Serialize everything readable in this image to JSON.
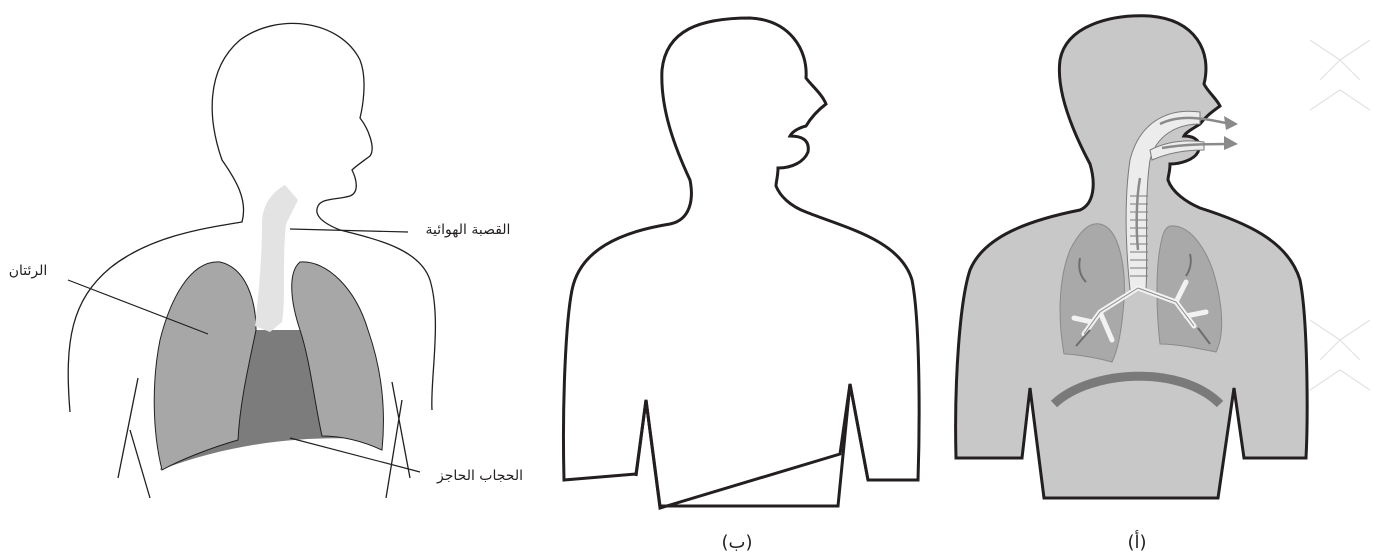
{
  "figure_left": {
    "labels": {
      "trachea": "القصبة الهوائية",
      "lungs": "الرئتان",
      "diaphragm": "الحجاب الحاجز"
    }
  },
  "figure_middle": {
    "caption": "(ب)"
  },
  "figure_right": {
    "caption": "(أ)"
  },
  "colors": {
    "lung_fill": "#a7a7a7",
    "chest_cavity": "#7c7c7c",
    "trachea_fill": "#e3e3e3",
    "body_fill_right": "#c8c8c8",
    "outline": "#231f20",
    "diaphragm_arc": "#7a7a7a",
    "arrow": "#8a8a8a"
  }
}
